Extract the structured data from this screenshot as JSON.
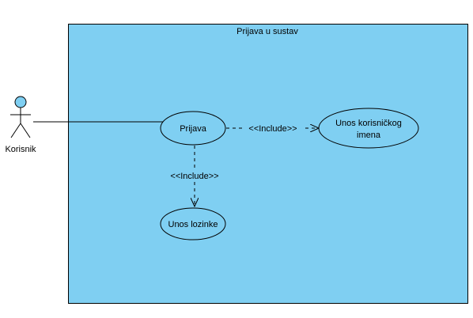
{
  "colors": {
    "system_fill": "#7fcff2",
    "usecase_fill": "#7fcff2",
    "actor_head_fill": "#7fcff2",
    "stroke": "#000000"
  },
  "system": {
    "title": "Prijava u sustav"
  },
  "actor": {
    "name": "Korisnik"
  },
  "use_cases": {
    "prijava": "Prijava",
    "unos_korisnickog_line1": "Unos korisničkog",
    "unos_korisnickog_line2": "imena",
    "unos_lozinke": "Unos lozinke"
  },
  "relations": {
    "include_to_username": "<<Include>>",
    "include_to_password": "<<Include>>"
  }
}
